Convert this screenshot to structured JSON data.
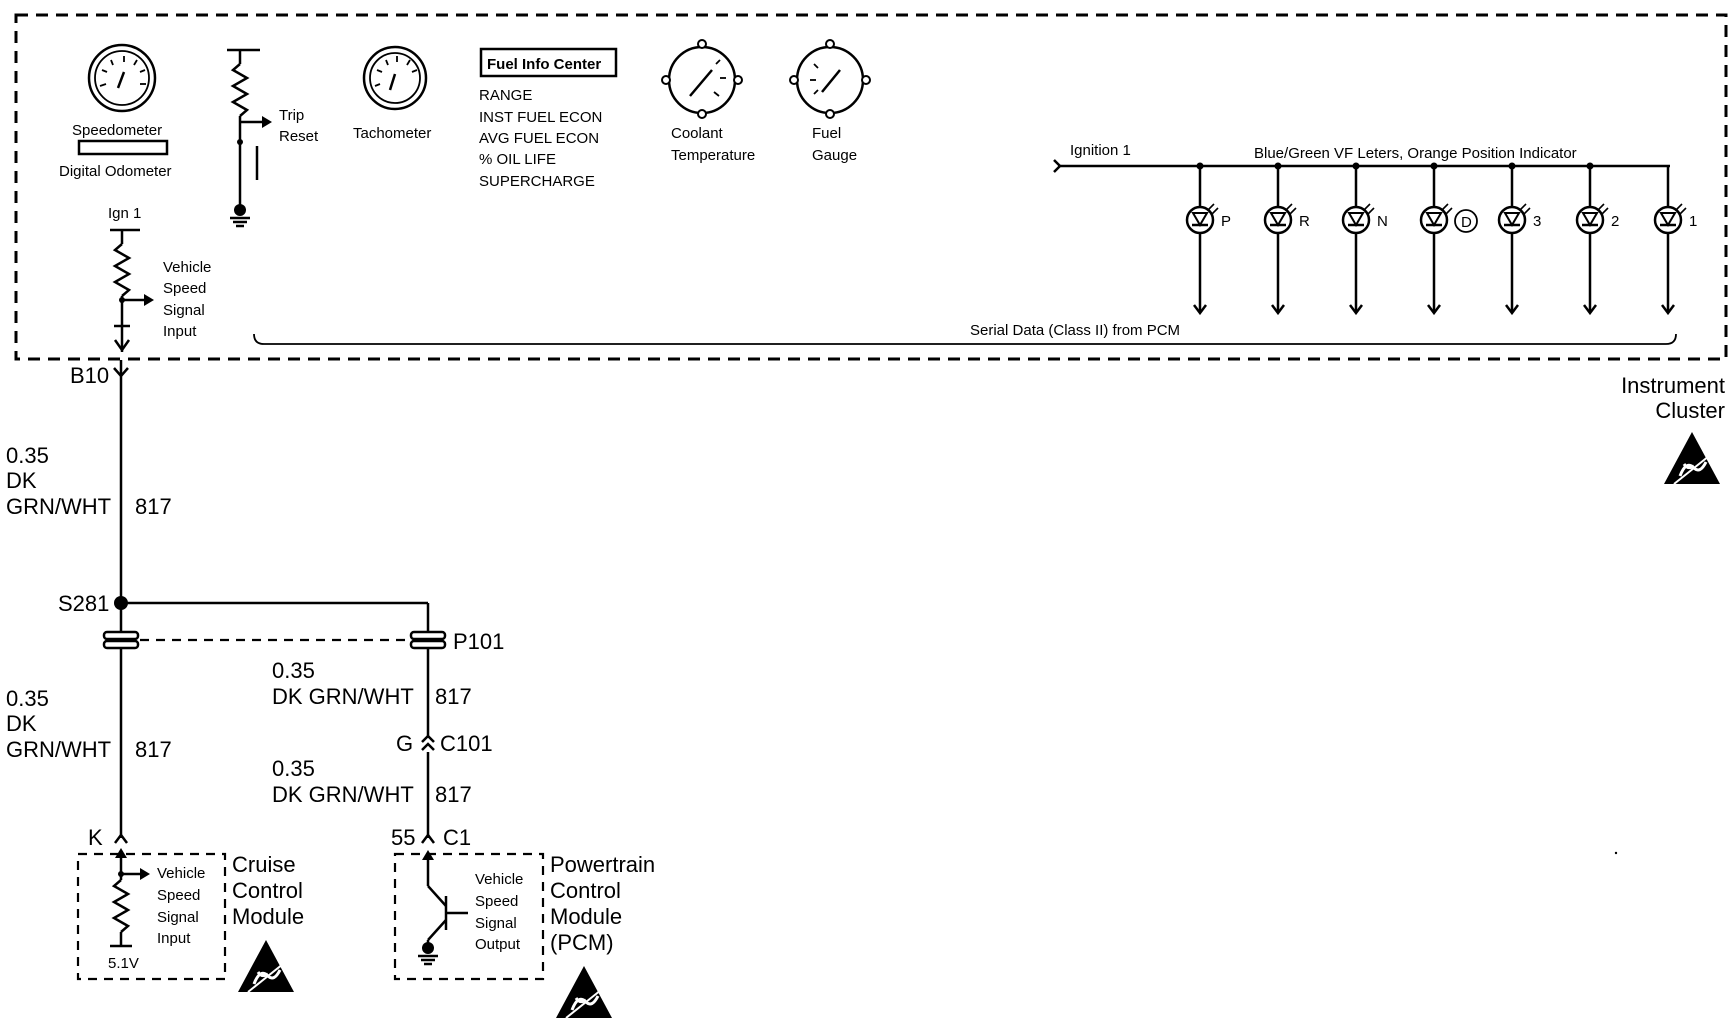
{
  "instrument_cluster": {
    "label_line1": "Instrument",
    "label_line2": "Cluster",
    "speedometer": "Speedometer",
    "digital_odometer": "Digital Odometer",
    "trip_line1": "Trip",
    "trip_line2": "Reset",
    "tachometer": "Tachometer",
    "fuel_info_title": "Fuel Info Center",
    "fuel_info_items": [
      "RANGE",
      "INST FUEL ECON",
      "AVG FUEL ECON",
      "% OIL LIFE",
      "SUPERCHARGE"
    ],
    "coolant_line1": "Coolant",
    "coolant_line2": "Temperature",
    "fuel_line1": "Fuel",
    "fuel_line2": "Gauge",
    "ign1": "Ign 1",
    "vss_input": [
      "Vehicle",
      "Speed",
      "Signal",
      "Input"
    ],
    "ignition1": "Ignition 1",
    "vf_caption": "Blue/Green VF Leters, Orange Position Indicator",
    "leds": [
      "P",
      "R",
      "N",
      "D",
      "3",
      "2",
      "1"
    ],
    "serial_data": "Serial Data (Class II) from PCM"
  },
  "wiring": {
    "b10": "B10",
    "left_wire_1": [
      "0.35",
      "DK",
      "GRN/WHT"
    ],
    "circuit": "817",
    "s281": "S281",
    "p101": "P101",
    "right_wire_1": [
      "0.35",
      "DK GRN/WHT"
    ],
    "left_wire_2": [
      "0.35",
      "DK",
      "GRN/WHT"
    ],
    "g": "G",
    "c101": "C101",
    "right_wire_2": [
      "0.35",
      "DK GRN/WHT"
    ],
    "k": "K",
    "pin55": "55",
    "c1": "C1"
  },
  "cruise_module": {
    "input": [
      "Vehicle",
      "Speed",
      "Signal",
      "Input"
    ],
    "voltage": "5.1V",
    "label": [
      "Cruise",
      "Control",
      "Module"
    ]
  },
  "pcm": {
    "output": [
      "Vehicle",
      "Speed",
      "Signal",
      "Output"
    ],
    "label": [
      "Powertrain",
      "Control",
      "Module",
      "(PCM)"
    ]
  }
}
